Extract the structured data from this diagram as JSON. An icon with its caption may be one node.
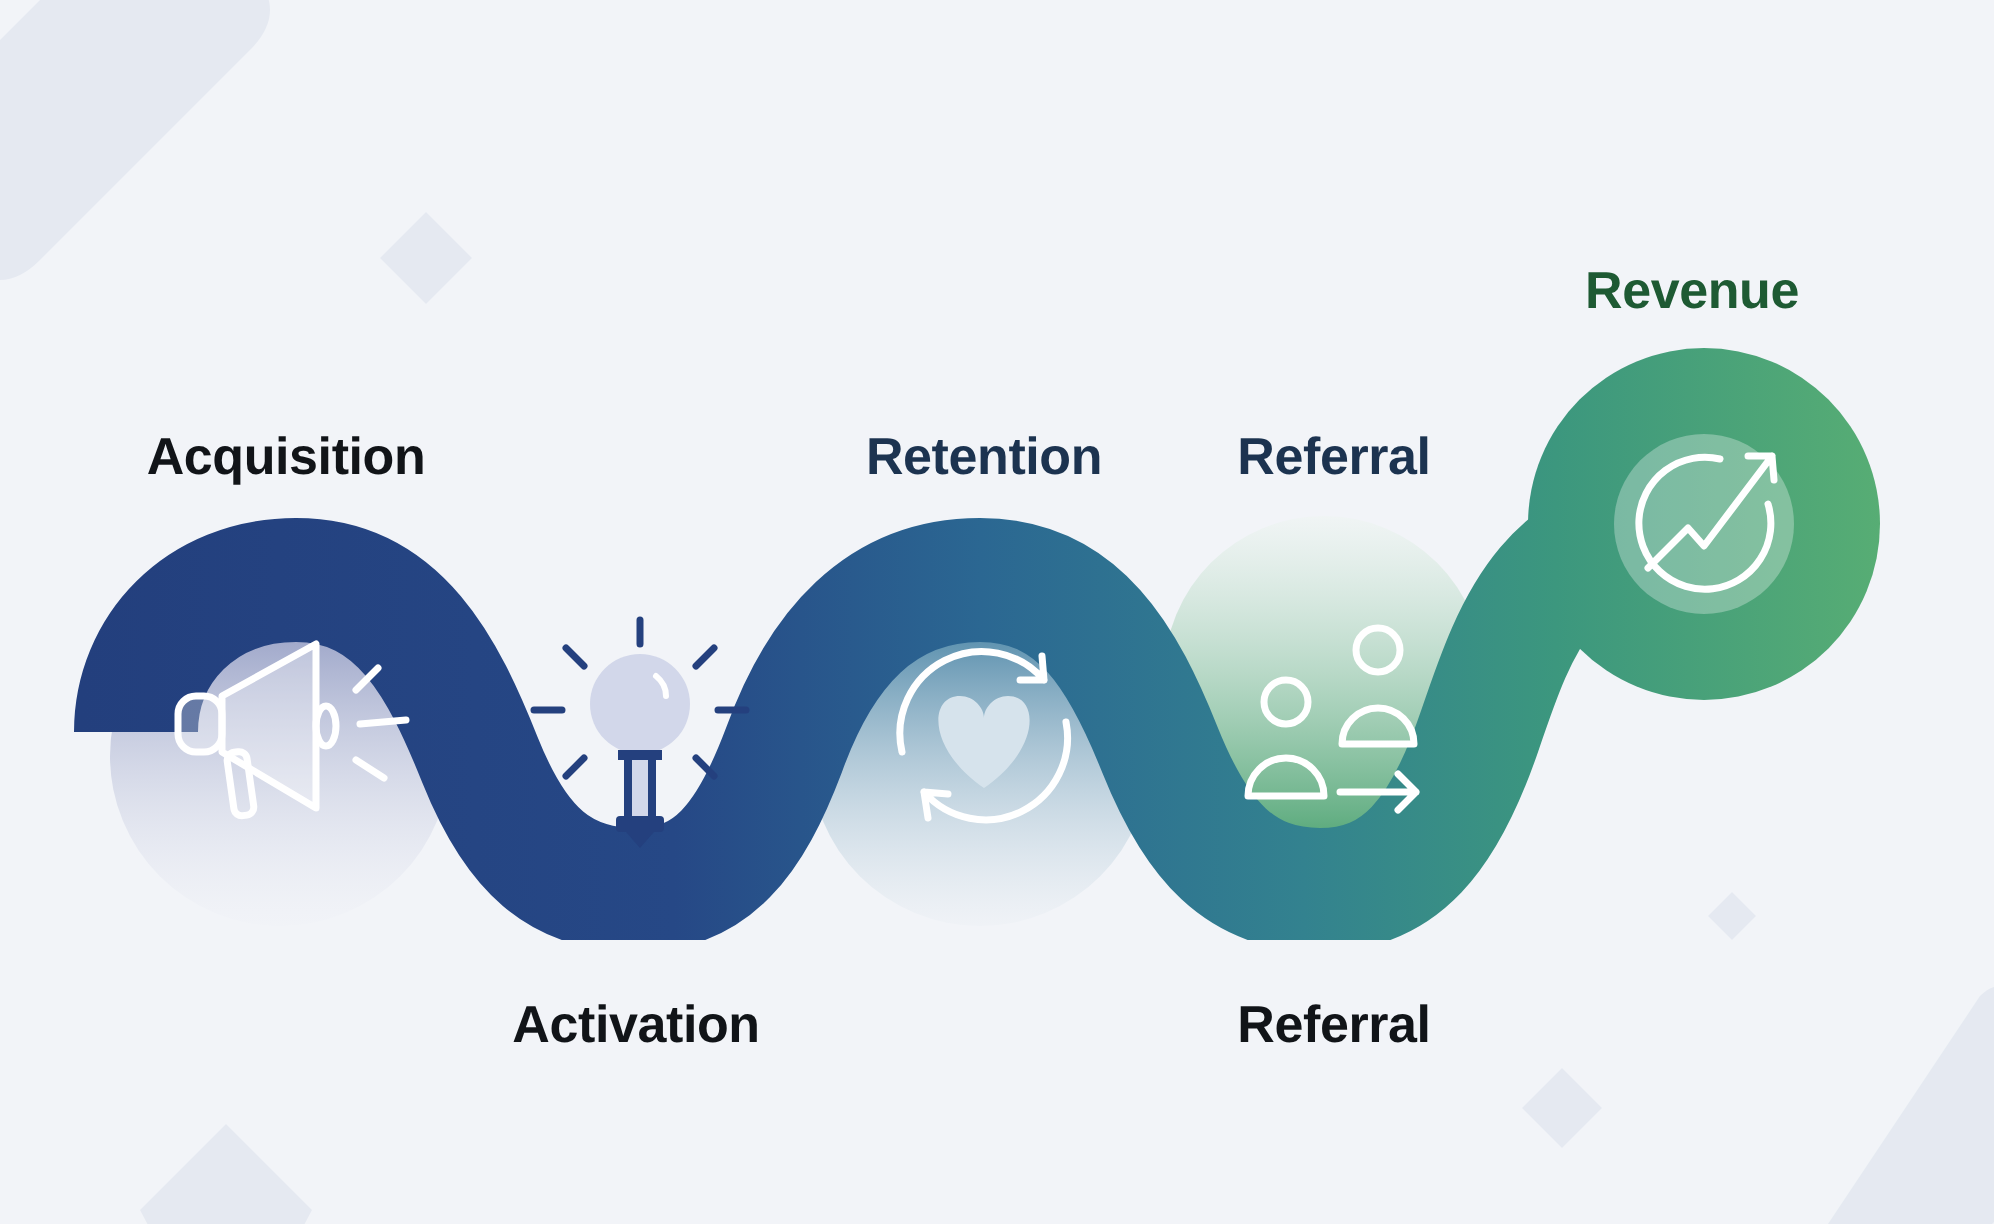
{
  "diagram": {
    "labels": [
      "Revenue",
      "Acquisition",
      "Retention",
      "Referral",
      "Activation",
      "Referral"
    ]
  }
}
